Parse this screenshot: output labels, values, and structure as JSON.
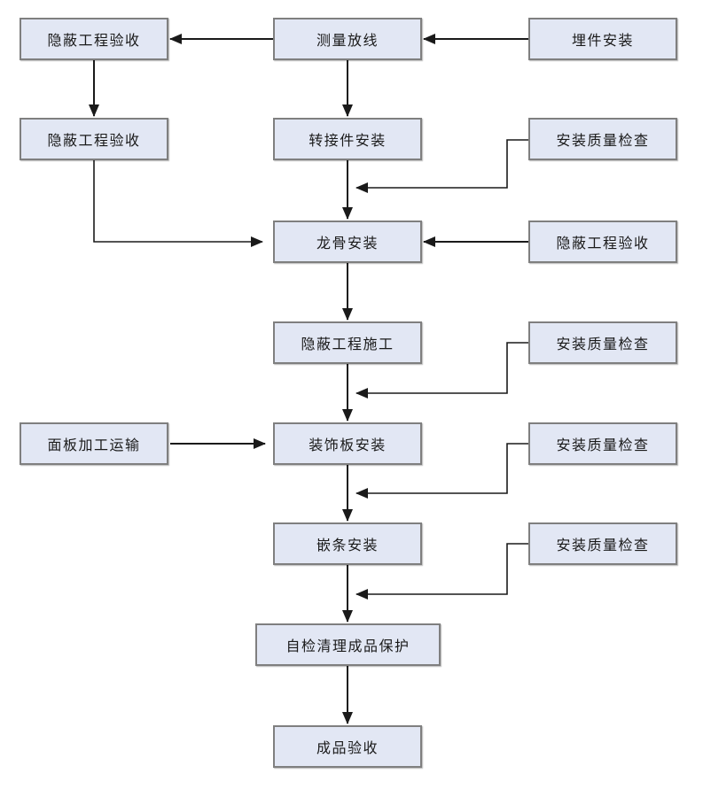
{
  "colors": {
    "box_fill": "#e2e7f4",
    "box_border": "#7f7f7f",
    "line": "#1a1a1a",
    "text": "#1a1a1a",
    "background": "#ffffff"
  },
  "nodes": [
    {
      "id": "hidden-work-acceptance-1",
      "label": "隐蔽工程验收"
    },
    {
      "id": "measure-layout",
      "label": "测量放线"
    },
    {
      "id": "embed-install",
      "label": "埋件安装"
    },
    {
      "id": "hidden-work-acceptance-2",
      "label": "隐蔽工程验收"
    },
    {
      "id": "adapter-install",
      "label": "转接件安装"
    },
    {
      "id": "install-quality-check-1",
      "label": "安装质量检查"
    },
    {
      "id": "keel-install",
      "label": "龙骨安装"
    },
    {
      "id": "hidden-work-acceptance-3",
      "label": "隐蔽工程验收"
    },
    {
      "id": "hidden-work-construction",
      "label": "隐蔽工程施工"
    },
    {
      "id": "install-quality-check-2",
      "label": "安装质量检查"
    },
    {
      "id": "panel-processing-transport",
      "label": "面板加工运输"
    },
    {
      "id": "decorative-panel-install",
      "label": "装饰板安装"
    },
    {
      "id": "install-quality-check-3",
      "label": "安装质量检查"
    },
    {
      "id": "inlay-strip-install",
      "label": "嵌条安装"
    },
    {
      "id": "install-quality-check-4",
      "label": "安装质量检查"
    },
    {
      "id": "self-check-clean-protect",
      "label": "自检清理成品保护"
    },
    {
      "id": "finished-product-acceptance",
      "label": "成品验收"
    }
  ],
  "edges": [
    {
      "from": "embed-install",
      "to": "measure-layout"
    },
    {
      "from": "measure-layout",
      "to": "hidden-work-acceptance-1"
    },
    {
      "from": "hidden-work-acceptance-1",
      "to": "hidden-work-acceptance-2"
    },
    {
      "from": "hidden-work-acceptance-2",
      "to": "keel-install"
    },
    {
      "from": "measure-layout",
      "to": "adapter-install"
    },
    {
      "from": "adapter-install",
      "to": "keel-install"
    },
    {
      "from": "install-quality-check-1",
      "to": "keel-install"
    },
    {
      "from": "hidden-work-acceptance-3",
      "to": "keel-install"
    },
    {
      "from": "keel-install",
      "to": "hidden-work-construction"
    },
    {
      "from": "hidden-work-construction",
      "to": "decorative-panel-install"
    },
    {
      "from": "install-quality-check-2",
      "to": "decorative-panel-install"
    },
    {
      "from": "panel-processing-transport",
      "to": "decorative-panel-install"
    },
    {
      "from": "decorative-panel-install",
      "to": "inlay-strip-install"
    },
    {
      "from": "install-quality-check-3",
      "to": "inlay-strip-install"
    },
    {
      "from": "inlay-strip-install",
      "to": "self-check-clean-protect"
    },
    {
      "from": "install-quality-check-4",
      "to": "self-check-clean-protect"
    },
    {
      "from": "self-check-clean-protect",
      "to": "finished-product-acceptance"
    }
  ]
}
